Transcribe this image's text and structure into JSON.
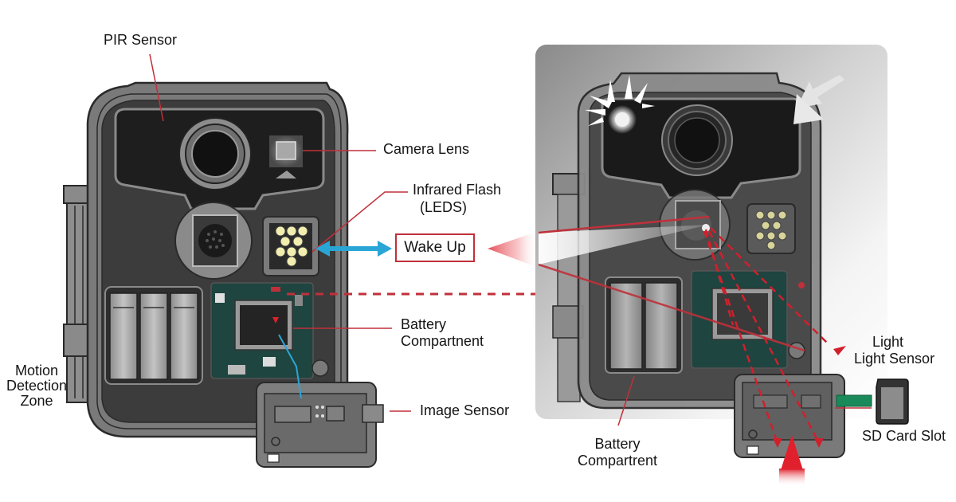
{
  "diagram": {
    "title": "Trail camera anatomy and wake-up flow",
    "colors": {
      "leader_line": "#c0303a",
      "arrow_blue": "#2aa6d6",
      "led": "#f2eeb0",
      "housing": "#7b7b7b",
      "housing_dark": "#2a2a2a",
      "pcb": "#1f4540",
      "sd_contact": "#1b8a5a",
      "beam_red": "#e23a44"
    },
    "left_camera": {
      "labels": {
        "pir_sensor": "PIR Sensor",
        "camera_lens": "Camera Lens",
        "infrared_flash_line1": "Infrared Flash",
        "infrared_flash_line2": "(LEDS)",
        "battery_line1": "Battery",
        "battery_line2": "Compartnent",
        "image_sensor": "Image Sensor",
        "motion_line1": "Motion",
        "motion_line2": "Detection",
        "motion_line3": "Zone"
      },
      "led_count": 9,
      "battery_cells": 3
    },
    "flow": {
      "wake_up_label": "Wake Up",
      "arrow_icon": "double-arrow-icon"
    },
    "right_camera": {
      "labels": {
        "light_line1": "Light",
        "light_line2": "Light Sensor",
        "sd_card_slot": "SD Card Slot",
        "battery_line1": "Battery",
        "battery_line2": "Compartrent"
      },
      "led_count": 9,
      "battery_cells": 2
    }
  }
}
